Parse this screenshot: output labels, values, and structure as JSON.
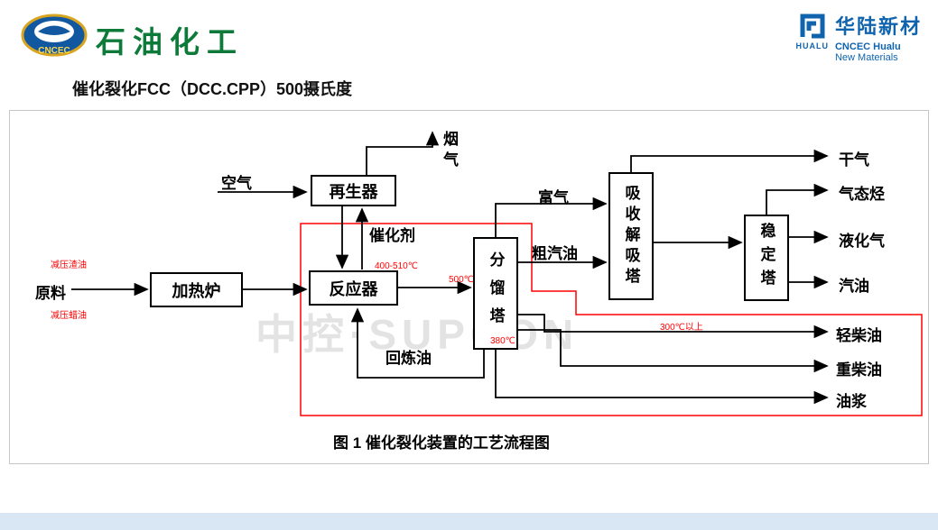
{
  "header": {
    "cncec_text": "CNCEC",
    "brand": "石油化工",
    "hualu_icon_text": "HUALU",
    "hualu_name": "华陆新材",
    "hualu_sub1": "CNCEC Hualu",
    "hualu_sub2": "New Materials"
  },
  "title": "催化裂化FCC（DCC.CPP）500摄氏度",
  "diagram": {
    "watermark": "中控·SUPCON",
    "caption": "图 1  催化裂化装置的工艺流程图",
    "boxes": {
      "furnace": "加热炉",
      "regenerator": "再生器",
      "reactor": "反应器",
      "fractionator": "分馏塔",
      "absorber": "吸收解吸塔",
      "stabilizer": "稳定塔"
    },
    "labels": {
      "feed": "原料",
      "air": "空气",
      "flue_gas": "烟气",
      "catalyst": "催化剂",
      "recycle_oil": "回炼油",
      "rich_gas": "富气",
      "crude_gasoline": "粗汽油",
      "dry_gas": "干气",
      "gaseous_hc": "气态烃",
      "lpg": "液化气",
      "gasoline": "汽油",
      "light_diesel": "轻柴油",
      "heavy_diesel": "重柴油",
      "oil_slurry": "油浆"
    },
    "annotations": {
      "vac_residue": "减压渣油",
      "vac_wax": "减压蜡油",
      "t_reactor": "400-510℃",
      "t_500": "500℃",
      "t_380": "380℃",
      "t_300": "300℃以上"
    },
    "colors": {
      "annotation_red": "#ff0000",
      "line": "#000000",
      "brand_green": "#0d7a3a",
      "brand_blue": "#1063ad",
      "footer_strip": "#d9e7f4"
    }
  }
}
